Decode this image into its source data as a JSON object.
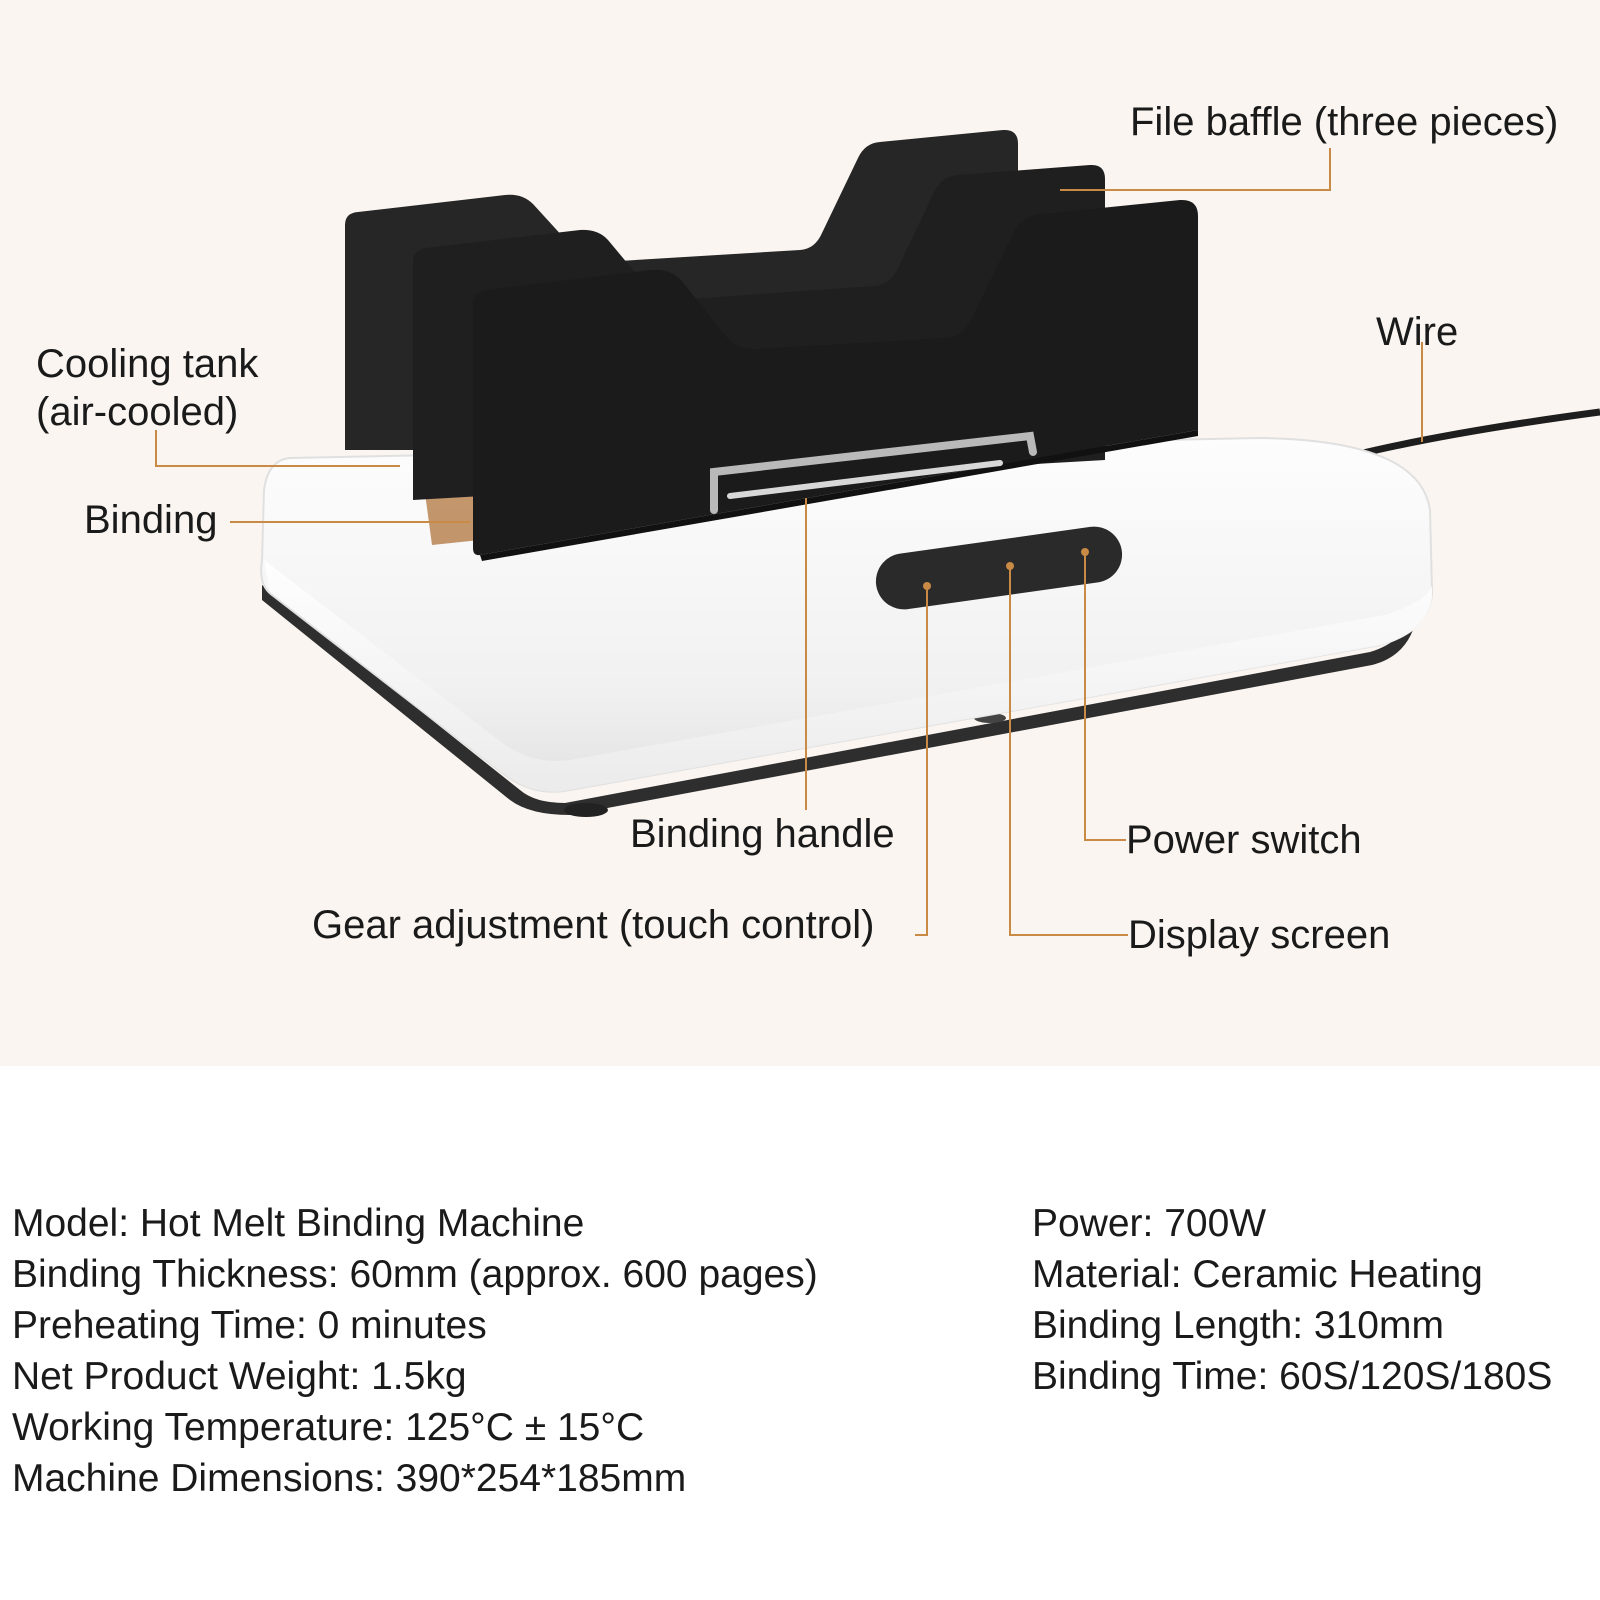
{
  "callouts": {
    "file_baffle": "File baffle (three pieces)",
    "wire": "Wire",
    "cooling_tank_line1": "Cooling tank",
    "cooling_tank_line2": "(air-cooled)",
    "binding": "Binding",
    "binding_handle": "Binding handle",
    "power_switch": "Power switch",
    "gear_adjustment": "Gear adjustment (touch control)",
    "display_screen": "Display screen"
  },
  "specs_left": [
    "Model: Hot Melt Binding Machine",
    "Binding Thickness: 60mm (approx. 600 pages)",
    "Preheating Time: 0 minutes",
    "Net Product Weight: 1.5kg",
    "Working Temperature: 125°C ± 15°C",
    "Machine Dimensions: 390*254*185mm"
  ],
  "specs_right": [
    "Power: 700W",
    "Material: Ceramic Heating",
    "Binding Length: 310mm",
    "Binding Time: 60S/120S/180S"
  ],
  "colors": {
    "panel_background": "#faf5f0",
    "leader_line": "#c98a45",
    "baffle": "#1f1f1f",
    "base_top": "#ffffff",
    "base_bottom": "#2e2e2e",
    "text": "#1a1a1a"
  }
}
